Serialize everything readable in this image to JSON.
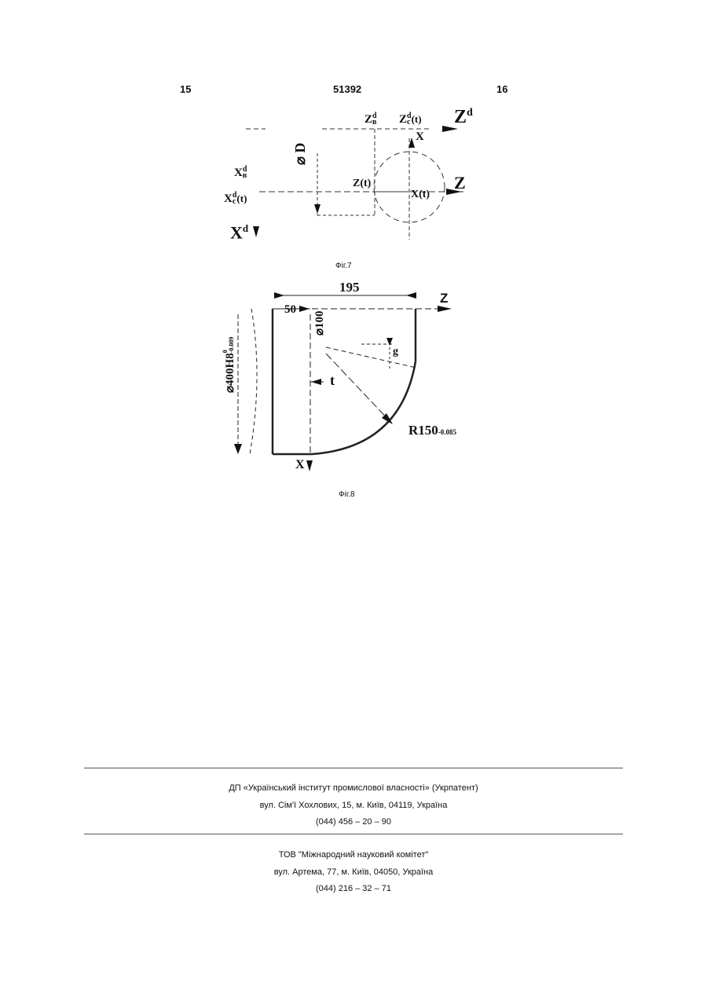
{
  "header": {
    "left_page": "15",
    "patent_number": "51392",
    "right_page": "16"
  },
  "fig7": {
    "caption": "Фіг.7",
    "labels": {
      "zd": "Z",
      "zd_sup": "d",
      "zb": "Z",
      "zb_sup": "d",
      "zb_sub": "в",
      "zc": "Z",
      "zc_sup": "d",
      "zc_sub": "c",
      "zc_arg": "(t)",
      "x_small": "X",
      "xb": "X",
      "xb_sup": "d",
      "xb_sub": "в",
      "xc": "X",
      "xc_sup": "d",
      "xc_sub": "c",
      "xc_arg": "(t)",
      "xd": "X",
      "xd_sup": "d",
      "diam_d": "⌀ D",
      "z_t": "Z(t)",
      "x_t": "X(t)",
      "z_axis": "Z"
    }
  },
  "fig8": {
    "caption": "Фіг.8",
    "labels": {
      "dim_195": "195",
      "z_axis": "Z",
      "dim_50": "50",
      "diam_100": "⌀100",
      "diam_400": "⌀400H8",
      "tol_400_up": "0",
      "tol_400_low": "-0.089",
      "angle_g": "g",
      "t": "t",
      "r150": "R150",
      "r150_tol": "-0.085",
      "x_axis": "X"
    }
  },
  "footer": {
    "block1": [
      "ДП «Український інститут промислової власності» (Укрпатент)",
      "вул. Сім'ї Хохлових, 15, м. Київ, 04119, Україна",
      "(044) 456 – 20 – 90"
    ],
    "block2": [
      "ТОВ \"Міжнародний науковий комітет\"",
      "вул. Артема, 77, м. Київ, 04050, Україна",
      "(044) 216 – 32 – 71"
    ]
  }
}
